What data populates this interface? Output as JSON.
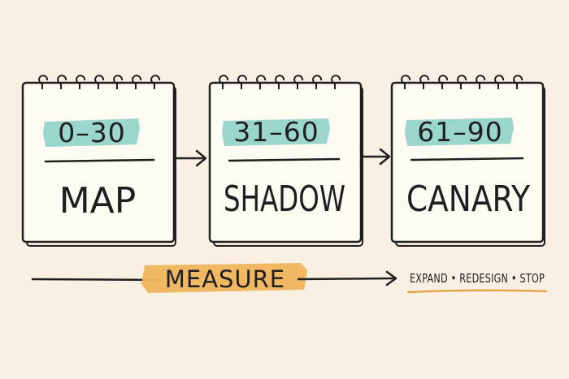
{
  "cards": [
    {
      "range": "0–30",
      "title": "MAP"
    },
    {
      "range": "31–60",
      "title": "SHADOW"
    },
    {
      "range": "61–90",
      "title": "CANARY"
    }
  ],
  "measure": {
    "label": "MEASURE"
  },
  "outcomes": {
    "items": [
      "EXPAND",
      "REDESIGN",
      "STOP"
    ],
    "separator": "•",
    "text": "EXPAND • REDESIGN • STOP"
  },
  "colors": {
    "background": "#f8f1e3",
    "card_fill": "#fdfaf2",
    "ink": "#1f1f1f",
    "teal_highlight": "#8fd1c6",
    "orange_highlight": "#f0b45c"
  },
  "icons": [
    "spiral-ring-icon",
    "arrow-right-icon"
  ]
}
